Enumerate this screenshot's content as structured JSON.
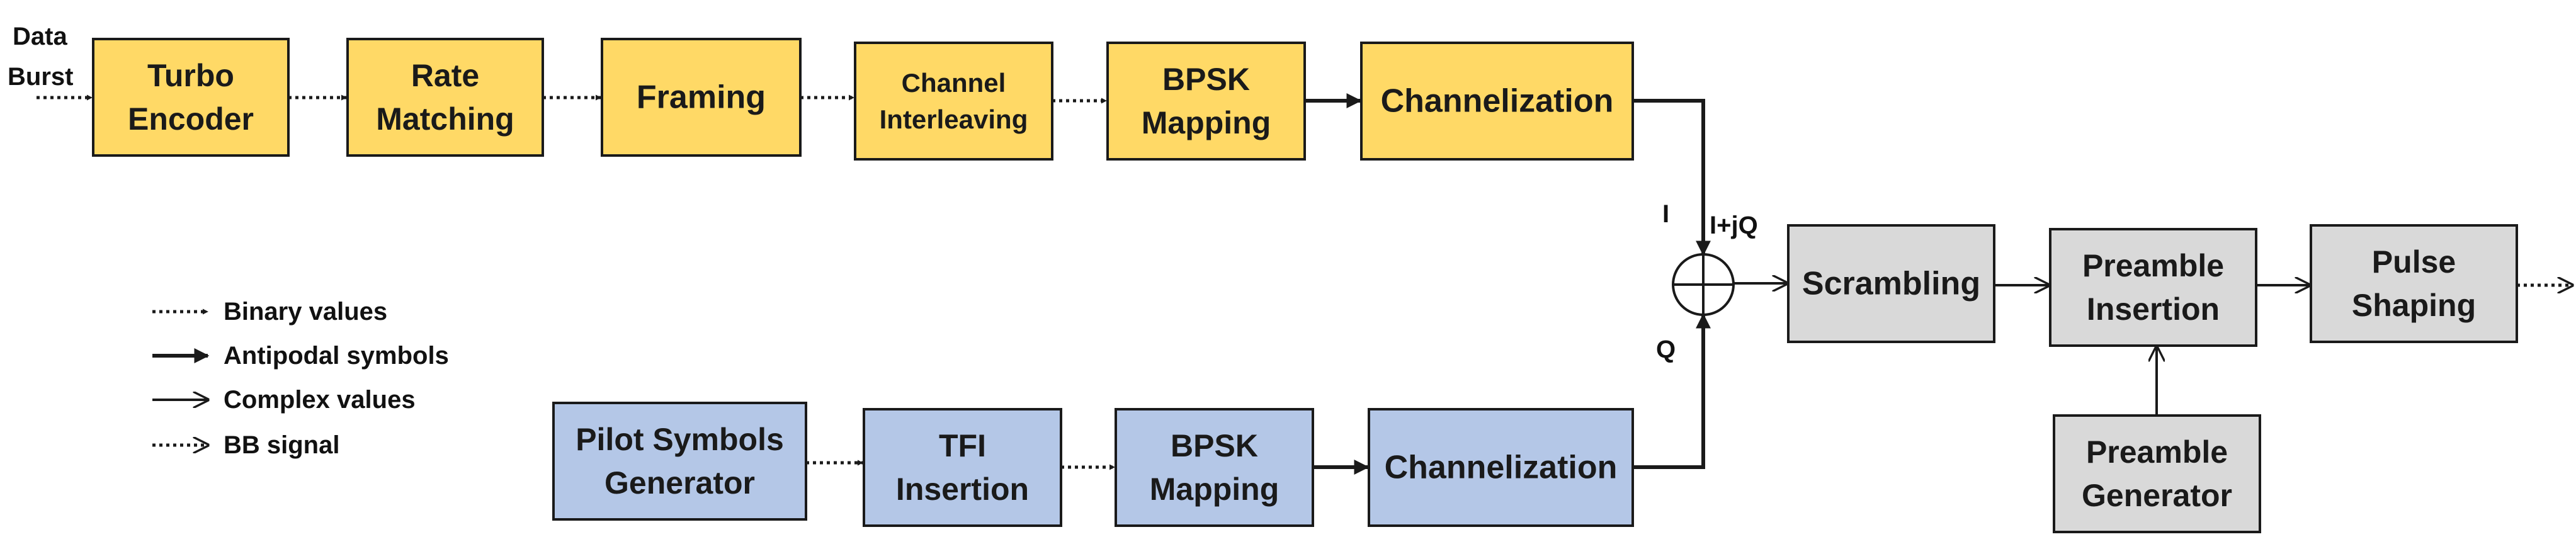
{
  "input_label": [
    "Data",
    "Burst"
  ],
  "colors": {
    "yellow_fill": "#FFD966",
    "blue_fill": "#B4C7E7",
    "gray_fill": "#D9D9D9",
    "stroke": "#1a1a1a"
  },
  "top_chain": [
    {
      "id": "turbo",
      "lines": [
        "Turbo",
        "Encoder"
      ]
    },
    {
      "id": "rate",
      "lines": [
        "Rate",
        "Matching"
      ]
    },
    {
      "id": "framing",
      "lines": [
        "Framing"
      ]
    },
    {
      "id": "interleave",
      "lines": [
        "Channel",
        "Interleaving"
      ]
    },
    {
      "id": "bpsk-top",
      "lines": [
        "BPSK",
        "Mapping"
      ]
    },
    {
      "id": "chan-top",
      "lines": [
        "Channelization"
      ]
    }
  ],
  "bottom_chain": [
    {
      "id": "pilot",
      "lines": [
        "Pilot Symbols",
        "Generator"
      ]
    },
    {
      "id": "tfi",
      "lines": [
        "TFI",
        "Insertion"
      ]
    },
    {
      "id": "bpsk-bot",
      "lines": [
        "BPSK",
        "Mapping"
      ]
    },
    {
      "id": "chan-bot",
      "lines": [
        "Channelization"
      ]
    }
  ],
  "output_chain": [
    {
      "id": "scrambling",
      "lines": [
        "Scrambling"
      ]
    },
    {
      "id": "preamble-ins",
      "lines": [
        "Preamble",
        "Insertion"
      ]
    },
    {
      "id": "pulse",
      "lines": [
        "Pulse",
        "Shaping"
      ]
    }
  ],
  "preamble_generator": {
    "id": "preamble-gen",
    "lines": [
      "Preamble",
      "Generator"
    ]
  },
  "adder_labels": {
    "i": "I",
    "iq": "I+jQ",
    "q": "Q"
  },
  "legend": [
    {
      "style": "binary",
      "label": "Binary values"
    },
    {
      "style": "antipodal",
      "label": "Antipodal symbols"
    },
    {
      "style": "complex",
      "label": "Complex values"
    },
    {
      "style": "bb",
      "label": "BB signal"
    }
  ]
}
